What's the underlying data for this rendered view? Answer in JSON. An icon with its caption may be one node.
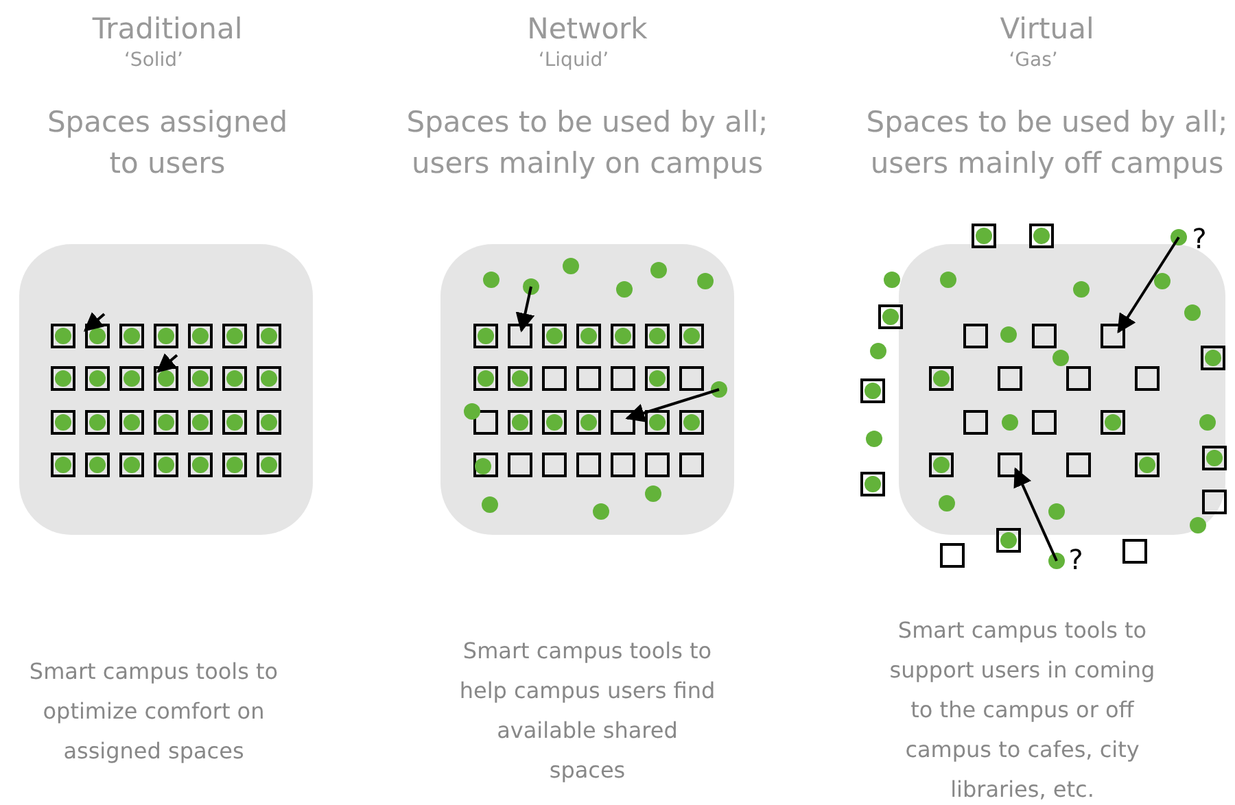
{
  "diagram": {
    "labels": [
      "Traditional",
      "‘Solid’",
      "Network",
      "‘Liquid’",
      "Virtual",
      "‘Gas’",
      "Spaces assigned to users",
      "Spaces to be used by all; users mainly on campus",
      "Spaces to be used by all; users mainly off campus",
      "?",
      "?",
      "Smart campus tools to optimize comfort on assigned spaces",
      "Smart campus tools to help campus users find available shared spaces",
      "Smart campus tools to support users in coming to the campus or off campus to cafes, city libraries, etc."
    ]
  }
}
